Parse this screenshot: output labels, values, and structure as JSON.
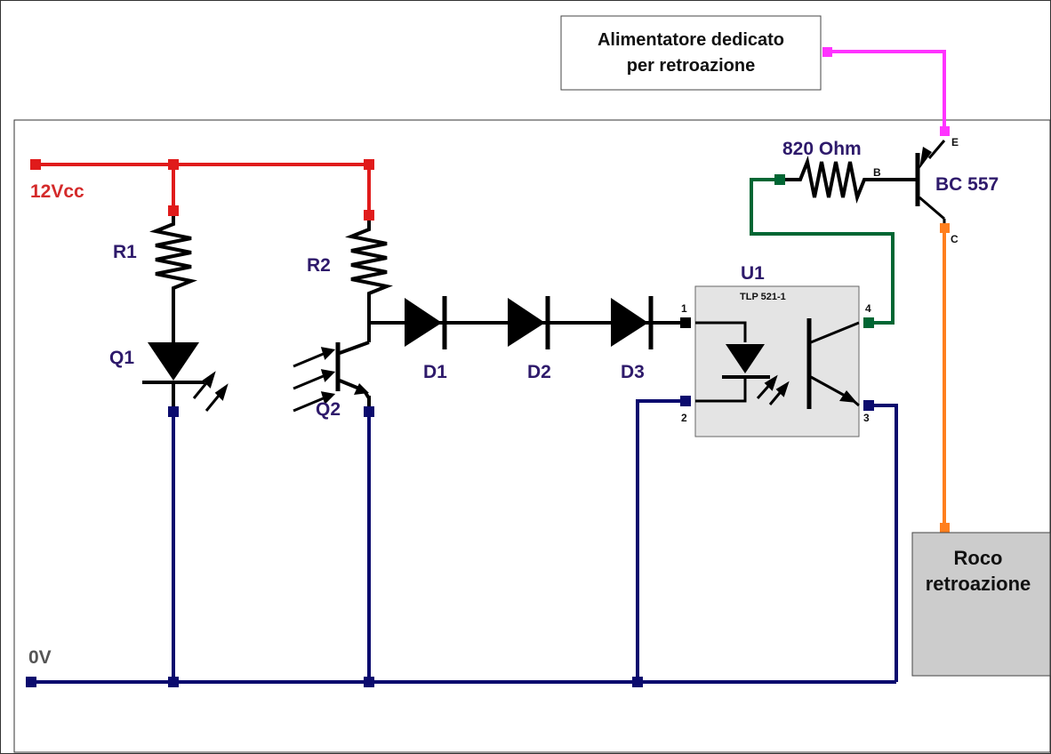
{
  "supply": {
    "positive": "12Vcc",
    "ground": "0V"
  },
  "components": {
    "r1": "R1",
    "r2": "R2",
    "q1": "Q1",
    "q2": "Q2",
    "d1": "D1",
    "d2": "D2",
    "d3": "D3",
    "u1": "U1",
    "u1_part": "TLP 521-1",
    "u1_pins": [
      "1",
      "2",
      "3",
      "4"
    ],
    "resistor_feedback": "820 Ohm",
    "transistor": "BC 557",
    "transistor_pins": {
      "b": "B",
      "e": "E",
      "c": "C"
    }
  },
  "boxes": {
    "power_supply_line1": "Alimentatore dedicato",
    "power_supply_line2": "per retroazione",
    "roco_line1": "Roco",
    "roco_line2": "retroazione"
  },
  "colors": {
    "supply_wire": "#e01b1b",
    "ground_wire": "#0b0b6e",
    "feedback_wire": "#006633",
    "emitter_wire": "#ff33ff",
    "collector_wire": "#ff7f1e",
    "optocoupler_fill": "#e4e4e4",
    "roco_fill": "#cccccc"
  }
}
